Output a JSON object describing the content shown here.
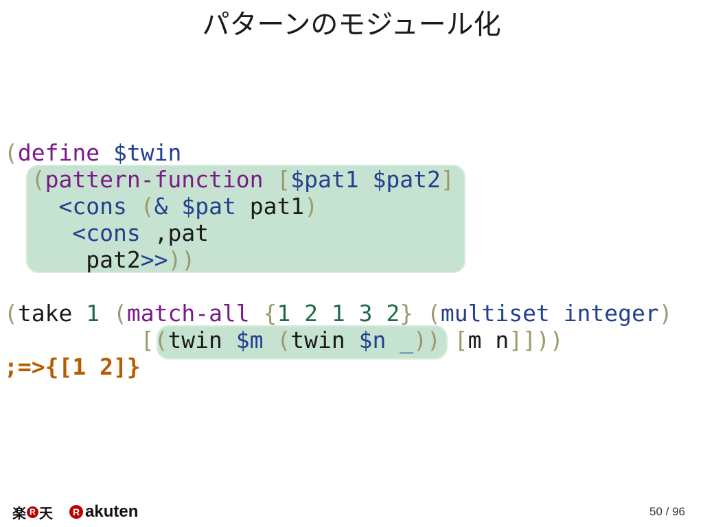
{
  "slide": {
    "title": "パターンのモジュール化"
  },
  "code": {
    "define_block": {
      "l1": {
        "open": "(",
        "kw_define": "define",
        "sp": " ",
        "name": "$twin"
      },
      "l2": {
        "indent": "  ",
        "open": "(",
        "kw_pf": "pattern-function",
        "sp": " ",
        "lb": "[",
        "pat1": "$pat1",
        "sp2": " ",
        "pat2": "$pat2",
        "rb": "]"
      },
      "l3": {
        "indent": "    ",
        "lt": "<",
        "cons": "cons",
        "sp": " ",
        "open": "(",
        "amp": "&",
        "sp2": " ",
        "pat": "$pat",
        "sp3": " ",
        "pat1_ref": "pat1",
        "close": ")"
      },
      "l4": {
        "indent": "     ",
        "lt": "<",
        "cons": "cons",
        "sp": " ",
        "comma_pat": ",pat"
      },
      "l5": {
        "indent": "      ",
        "pat2_ref": "pat2",
        "gts": ">>",
        "closes": "))"
      }
    },
    "take_block": {
      "l1": {
        "open": "(",
        "take": "take",
        "sp": " ",
        "one": "1",
        "sp2": " ",
        "open2": "(",
        "kw_match_all": "match-all",
        "sp3": " ",
        "lbrace": "{",
        "nums": "1 2 1 3 2",
        "rbrace": "}",
        "sp4": " ",
        "open3": "(",
        "multiset": "multiset",
        "sp5": " ",
        "integer": "integer",
        "close": ")"
      },
      "l2": {
        "indent": "          ",
        "lb": "[",
        "open": "(",
        "twin1": "twin",
        "sp": " ",
        "m_var": "$m",
        "sp2": " ",
        "open2": "(",
        "twin2": "twin",
        "sp3": " ",
        "n_var": "$n",
        "sp4": " ",
        "wild": "_",
        "closes": "))",
        "sp5": " ",
        "lb2": "[",
        "mn": "m n",
        "rbs": "]]",
        "closes2": "))"
      },
      "l3": {
        "result": ";=>{[1 2]}"
      }
    }
  },
  "footer": {
    "logo_kanji_left": "楽",
    "logo_r": "R",
    "logo_kanji_right": "天",
    "logo_en_text": "akuten",
    "page_number": "50 / 96"
  },
  "colors": {
    "highlight": "#c6e2d1",
    "keyword": "#7a1a88",
    "variable": "#23408f",
    "number": "#1d6b47",
    "paren": "#9a9a6c",
    "result": "#b85c00",
    "logo_red": "#bf0000"
  }
}
